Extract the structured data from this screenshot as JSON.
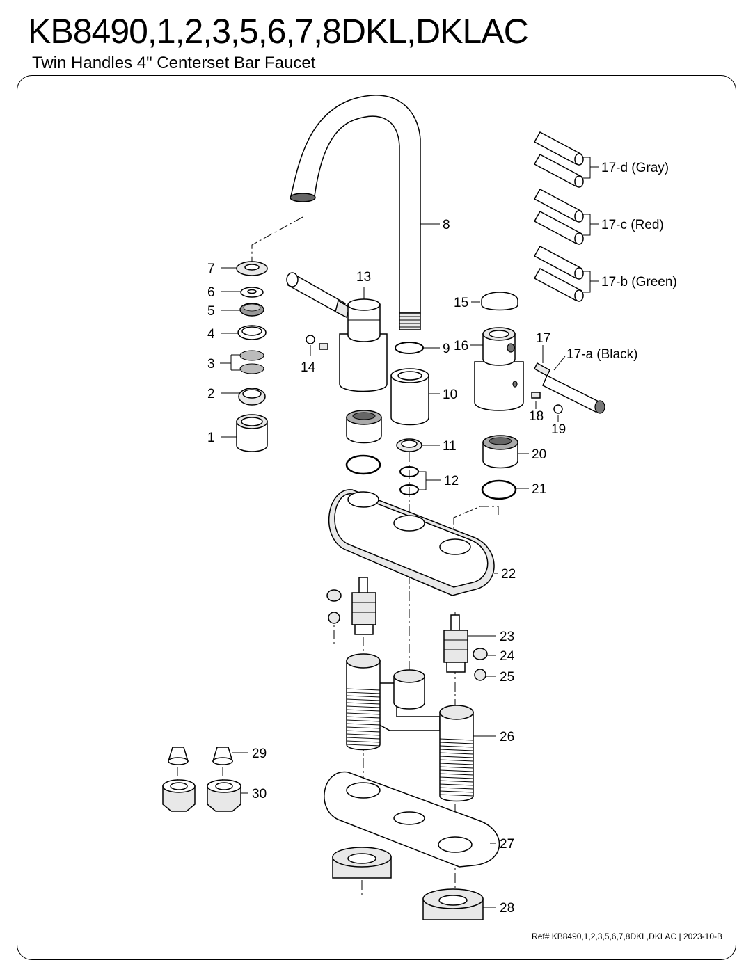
{
  "header": {
    "title": "KB8490,1,2,3,5,6,7,8DKL,DKLAC",
    "subtitle": "Twin Handles 4\" Centerset Bar Faucet"
  },
  "footer": {
    "reference": "Ref# KB8490,1,2,3,5,6,7,8DKL,DKLAC | 2023-10-B"
  },
  "part_labels": {
    "p1": "1",
    "p2": "2",
    "p3": "3",
    "p4": "4",
    "p5": "5",
    "p6": "6",
    "p7": "7",
    "p8": "8",
    "p9": "9",
    "p10": "10",
    "p11": "11",
    "p12": "12",
    "p13": "13",
    "p14": "14",
    "p15": "15",
    "p16": "16",
    "p17": "17",
    "p17a": "17-a (Black)",
    "p17b": "17-b (Green)",
    "p17c": "17-c (Red)",
    "p17d": "17-d (Gray)",
    "p18": "18",
    "p19": "19",
    "p20": "20",
    "p21": "21",
    "p22": "22",
    "p23": "23",
    "p24": "24",
    "p25": "25",
    "p26": "26",
    "p27": "27",
    "p28": "28",
    "p29": "29",
    "p30": "30"
  }
}
